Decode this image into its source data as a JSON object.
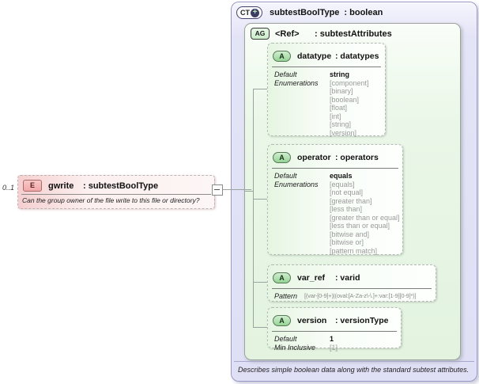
{
  "element": {
    "cardinality": "0..1",
    "badge": "E",
    "name": "gwrite",
    "type": ": subtestBoolType",
    "annotation": "Can the group owner of the file write to this file or directory?"
  },
  "complex_type": {
    "badge": "CT",
    "plus_icon": "+",
    "name": "subtestBoolType",
    "type": ": boolean",
    "description": "Describes simple boolean data along with the standard subtest attributes.",
    "attribute_group": {
      "badge": "AG",
      "name": "<Ref>",
      "type": ": subtestAttributes",
      "attributes": [
        {
          "badge": "A",
          "name": "datatype",
          "type": ": datatypes",
          "facets": [
            {
              "label": "Default",
              "style": "default",
              "values": [
                "string"
              ]
            },
            {
              "label": "Enumerations",
              "style": "enum",
              "values": [
                "[component]",
                "[binary]",
                "[boolean]",
                "[float]",
                "[int]",
                "[string]",
                "[version]"
              ]
            }
          ]
        },
        {
          "badge": "A",
          "name": "operator",
          "type": ": operators",
          "facets": [
            {
              "label": "Default",
              "style": "default",
              "values": [
                "equals"
              ]
            },
            {
              "label": "Enumerations",
              "style": "enum",
              "values": [
                "[equals]",
                "[not equal]",
                "[greater than]",
                "[less than]",
                "[greater than or equal]",
                "[less than or equal]",
                "[bitwise and]",
                "[bitwise or]",
                "[pattern match]"
              ]
            }
          ]
        },
        {
          "badge": "A",
          "name": "var_ref",
          "type": ": varid",
          "facets": [
            {
              "label": "Pattern",
              "style": "pattern",
              "values": [
                "[(var-[0-9]+)|(oval:[A-Za-z\\-\\.]+:var:[1-9][0-9]*)]"
              ]
            }
          ]
        },
        {
          "badge": "A",
          "name": "version",
          "type": ": versionType",
          "facets": [
            {
              "label": "Default",
              "style": "default",
              "values": [
                "1"
              ]
            },
            {
              "label": "Min Inclusive",
              "style": "enum",
              "values": [
                "[1]"
              ]
            }
          ]
        }
      ]
    }
  },
  "colors": {
    "complex_type_fill": "#e2e2f6",
    "attribute_group_fill": "#e9f6e6",
    "attribute_fill": "#f2faf0",
    "element_fill": "#f9e3e3",
    "connector": "#9aa39d"
  }
}
